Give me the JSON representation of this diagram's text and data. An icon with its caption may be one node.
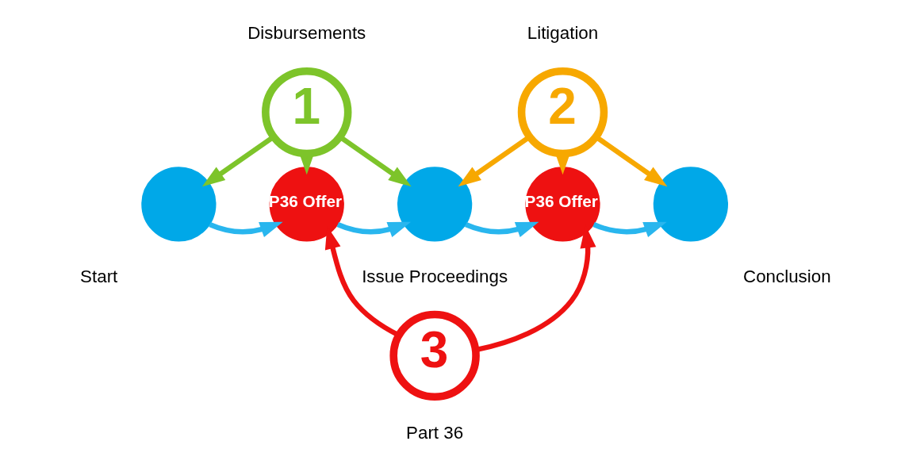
{
  "diagram": {
    "nodes": [
      {
        "text": [
          "1"
        ],
        "beside": [
          "Disbursements"
        ]
      },
      {
        "text": [
          "2"
        ],
        "beside": [
          "Litigation"
        ]
      },
      {
        "text": [],
        "shape": "circle",
        "beside": [
          "Start"
        ]
      },
      {
        "text": [
          "P36 Offer"
        ]
      },
      {
        "text": [],
        "shape": "circle",
        "beside": [
          "Issue Proceedings"
        ]
      },
      {
        "text": [
          "P36 Offer"
        ]
      },
      {
        "text": [],
        "shape": "circle",
        "beside": [
          "Conclusion"
        ]
      },
      {
        "text": [
          "3"
        ],
        "beside": [
          "Part 36"
        ]
      }
    ],
    "edges": [
      {
        "from": 0,
        "to": 2,
        "arrow": "to",
        "color": "#7dc42a"
      },
      {
        "from": 0,
        "to": 3,
        "arrow": "to",
        "color": "#7dc42a"
      },
      {
        "from": 0,
        "to": 4,
        "arrow": "to",
        "color": "#7dc42a"
      },
      {
        "from": 1,
        "to": 4,
        "arrow": "to",
        "color": "#f7a800"
      },
      {
        "from": 1,
        "to": 5,
        "arrow": "to",
        "color": "#f7a800"
      },
      {
        "from": 1,
        "to": 6,
        "arrow": "to",
        "color": "#f7a800"
      },
      {
        "from": 7,
        "to": 3,
        "arrow": "to",
        "color": "#ee1111"
      },
      {
        "from": 7,
        "to": 5,
        "arrow": "to",
        "color": "#ee1111"
      },
      {
        "from": 2,
        "to": 3,
        "arrow": "to",
        "color": "#29b6ee"
      },
      {
        "from": 3,
        "to": 4,
        "arrow": "to",
        "color": "#29b6ee"
      },
      {
        "from": 4,
        "to": 5,
        "arrow": "to",
        "color": "#29b6ee"
      },
      {
        "from": 5,
        "to": 6,
        "arrow": "to",
        "color": "#29b6ee"
      }
    ]
  }
}
